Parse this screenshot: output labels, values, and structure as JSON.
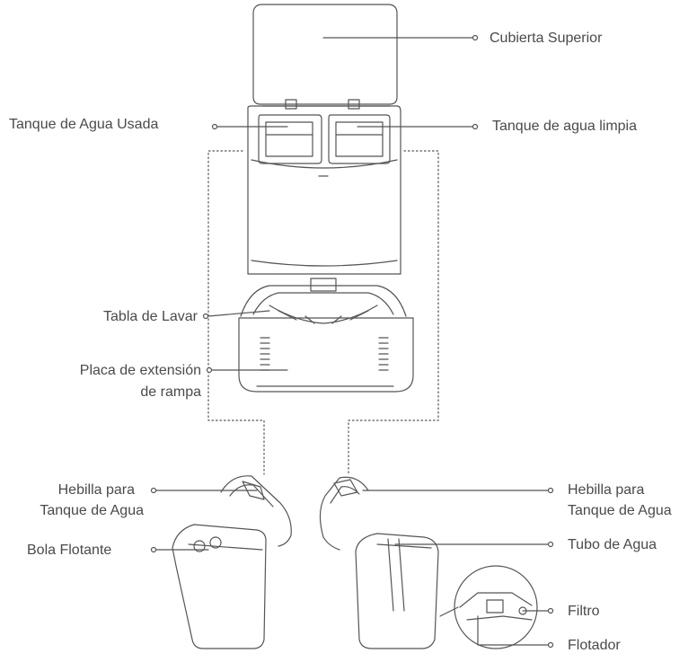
{
  "labels": {
    "top_cover": "Cubierta Superior",
    "dirty_tank": "Tanque de Agua Usada",
    "clean_tank": "Tanque de agua limpia",
    "wash_board": "Tabla de Lavar",
    "ramp_line1": "Placa de extensión",
    "ramp_line2": "de rampa",
    "buckle_left_line1": "Hebilla para",
    "buckle_left_line2": "Tanque de Agua",
    "buckle_right_line1": "Hebilla para",
    "buckle_right_line2": "Tanque de Agua",
    "float_ball": "Bola Flotante",
    "water_tube": "Tubo de Agua",
    "filter": "Filtro",
    "float": "Flotador"
  },
  "colors": {
    "line": "#555555",
    "text": "#4a4a4a"
  }
}
